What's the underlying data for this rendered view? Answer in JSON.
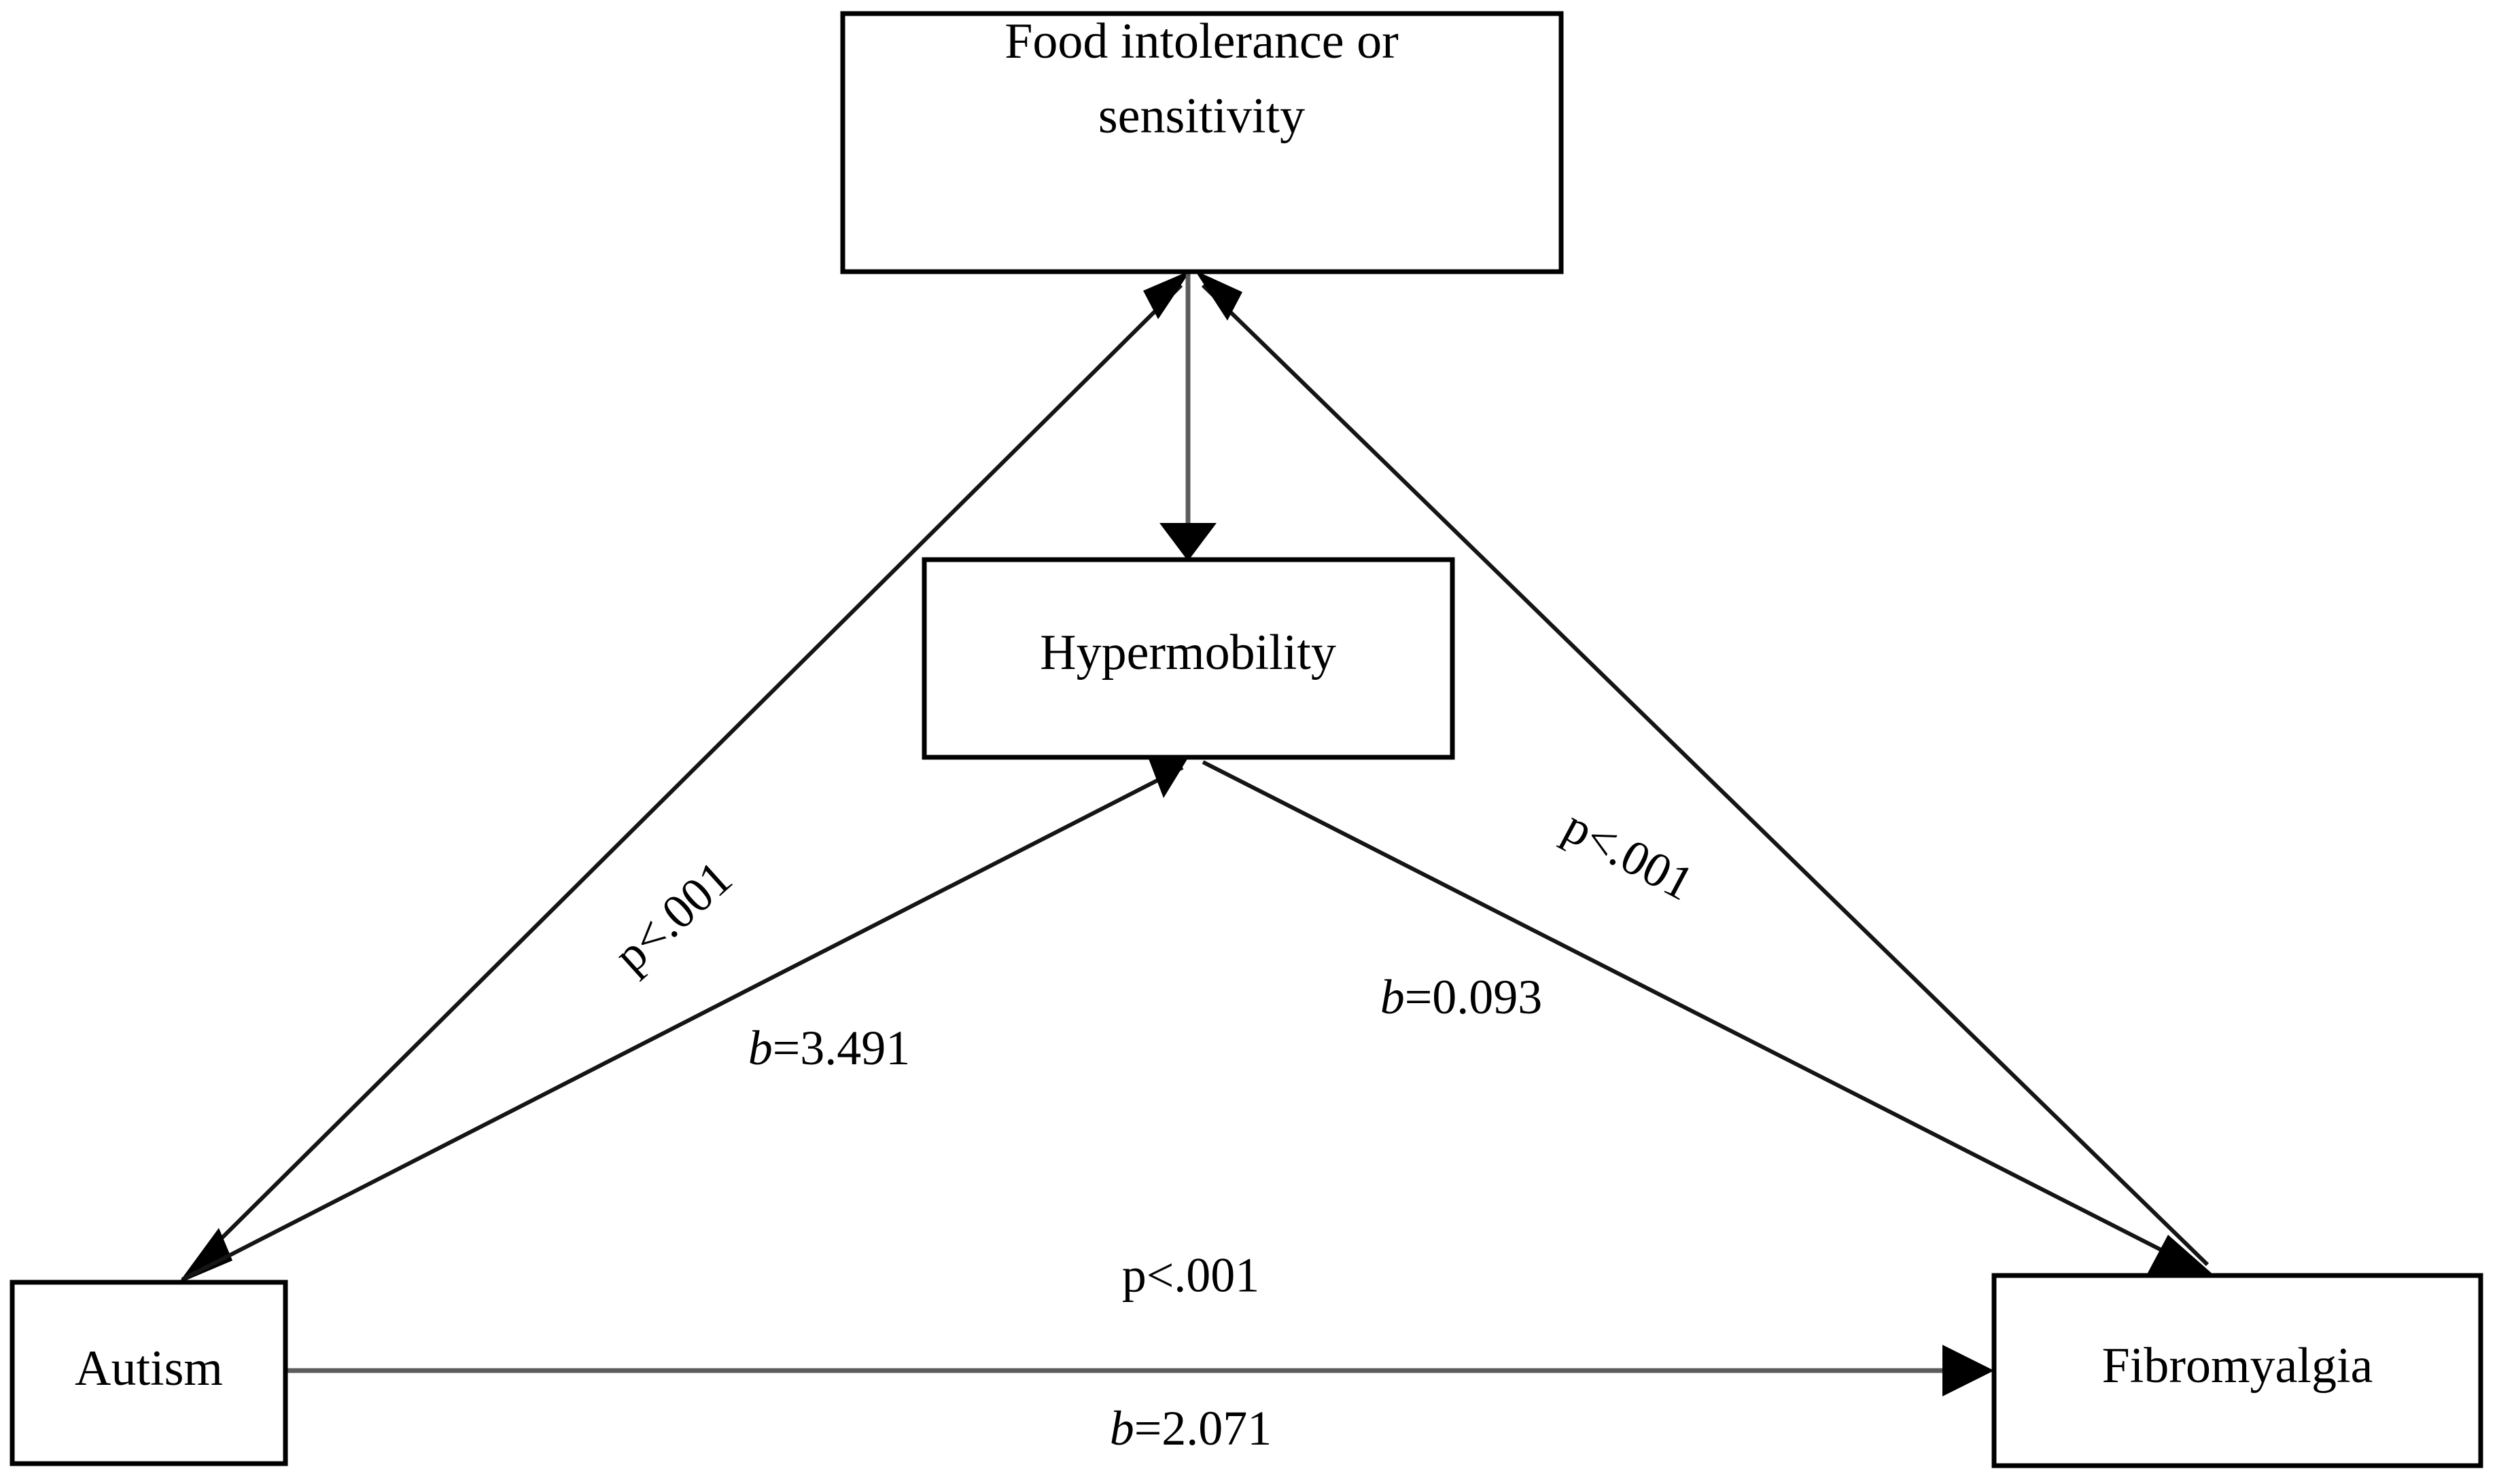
{
  "figure": {
    "type": "path-diagram",
    "background_color": "#ffffff",
    "line_color": "#151515",
    "gray_line_color": "#5c5c5c",
    "box_border_color": "#000000"
  },
  "nodes": {
    "food": {
      "label": "Food intolerance or sensitivity",
      "line1": "Food intolerance or",
      "line2": "sensitivity"
    },
    "hypermobility": {
      "label": "Hypermobility"
    },
    "autism": {
      "label": "Autism"
    },
    "fibromyalgia": {
      "label": "Fibromyalgia"
    }
  },
  "edges": [
    {
      "id": "autism-to-food",
      "from": "autism",
      "to": "food",
      "p_value": "p<.001",
      "coefficient_prefix": "b",
      "coefficient_value": "=3.491"
    },
    {
      "id": "food-to-hypermobility",
      "from": "food",
      "to": "hypermobility",
      "p_value": "",
      "coefficient_prefix": "",
      "coefficient_value": ""
    },
    {
      "id": "autism-to-hypermobility",
      "from": "autism",
      "to": "hypermobility",
      "p_value": "",
      "coefficient_prefix": "b",
      "coefficient_value": "=3.491"
    },
    {
      "id": "hypermobility-to-fibromyalgia",
      "from": "hypermobility",
      "to": "fibromyalgia",
      "p_value": "p<.001",
      "coefficient_prefix": "b",
      "coefficient_value": "=0.093"
    },
    {
      "id": "food-to-fibromyalgia",
      "from": "food",
      "to": "fibromyalgia",
      "p_value": "p<.001",
      "coefficient_prefix": "b",
      "coefficient_value": "=0.093"
    },
    {
      "id": "autism-to-fibromyalgia",
      "from": "autism",
      "to": "fibromyalgia",
      "p_value": "p<.001",
      "coefficient_prefix": "b",
      "coefficient_value": "=2.071"
    }
  ],
  "labels": {
    "left_p": "p<.001",
    "left_b_prefix": "b",
    "left_b_value": "=3.491",
    "right_p": "p<.001",
    "right_b_prefix": "b",
    "right_b_value": "=0.093",
    "bottom_p": "p<.001",
    "bottom_b_prefix": "b",
    "bottom_b_value": "=2.071"
  },
  "chart_data": {
    "type": "diagram",
    "title": "",
    "nodes": [
      "Food intolerance or sensitivity",
      "Hypermobility",
      "Autism",
      "Fibromyalgia"
    ],
    "paths": [
      {
        "source": "Autism",
        "target": "Food intolerance or sensitivity",
        "b": 3.491,
        "p": "<.001"
      },
      {
        "source": "Autism",
        "target": "Hypermobility",
        "b": 3.491,
        "p": "<.001"
      },
      {
        "source": "Food intolerance or sensitivity",
        "target": "Hypermobility",
        "b": null,
        "p": null
      },
      {
        "source": "Hypermobility",
        "target": "Fibromyalgia",
        "b": 0.093,
        "p": "<.001"
      },
      {
        "source": "Food intolerance or sensitivity",
        "target": "Fibromyalgia",
        "b": 0.093,
        "p": "<.001"
      },
      {
        "source": "Autism",
        "target": "Fibromyalgia",
        "b": 2.071,
        "p": "<.001"
      }
    ]
  }
}
